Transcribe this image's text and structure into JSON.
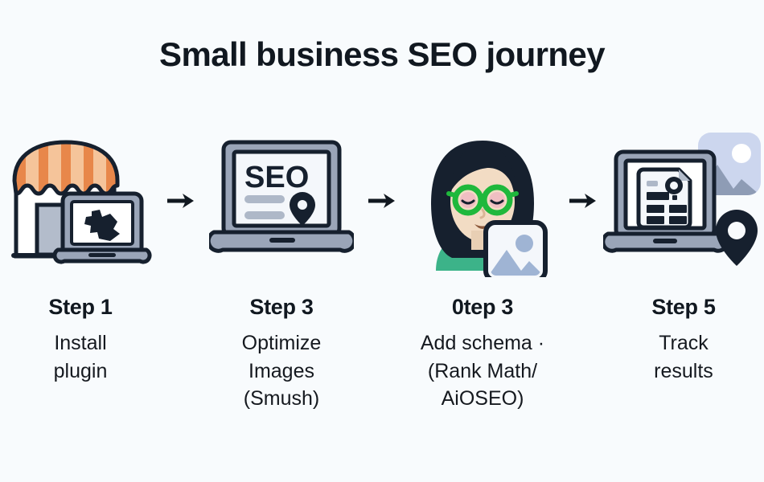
{
  "page": {
    "title": "Small business SEO journey",
    "background_color": "#f8fbfd",
    "ink_color": "#16202e"
  },
  "arrow": {
    "icon": "arrow-right-icon",
    "glyph": "→",
    "color": "#111820"
  },
  "steps": [
    {
      "heading": "Step 1",
      "description": "Install\nplugin",
      "illustration": "storefront-with-laptop-illustration",
      "illustration_parts": [
        "storefront-awning",
        "storefront-door",
        "laptop",
        "plugin-blob-icon"
      ],
      "colors": {
        "awning_dark": "#e8874a",
        "awning_light": "#f5c49a",
        "door": "#b3bccb",
        "laptop_body": "#9aa5b8",
        "screen": "#ffffff"
      }
    },
    {
      "heading": "Step 3",
      "description": "Optimize\nImages\n(Smush)",
      "illustration": "seo-laptop-illustration",
      "screen_text": "SEO",
      "illustration_parts": [
        "laptop",
        "seo-text",
        "content-bar",
        "content-bar",
        "map-pin-icon"
      ],
      "colors": {
        "laptop_body": "#9aa5b8",
        "screen": "#f4f7fb",
        "bar": "#aeb8c8",
        "pin": "#16202e"
      }
    },
    {
      "heading": "0tep 3",
      "description": "Add schema ·\n(Rank Math/\nAiOSEO)",
      "illustration": "person-with-photo-card-illustration",
      "illustration_parts": [
        "woman-avatar",
        "green-glasses",
        "image-placeholder-card"
      ],
      "colors": {
        "hair": "#16202e",
        "skin": "#f2dcc4",
        "glasses": "#1fb83c",
        "shirt": "#3cb389",
        "card_mountain": "#9fb4d4"
      }
    },
    {
      "heading": "Step 5",
      "description": "Track\nresults",
      "illustration": "laptop-report-with-photo-and-pin-illustration",
      "illustration_parts": [
        "laptop",
        "report-document-card",
        "donut-chart",
        "image-placeholder",
        "map-pin-icon"
      ],
      "colors": {
        "laptop_body": "#9aa5b8",
        "photo_bg": "#ccd6ee",
        "photo_mountain": "#8e9cb5",
        "pin": "#16202e"
      }
    }
  ]
}
